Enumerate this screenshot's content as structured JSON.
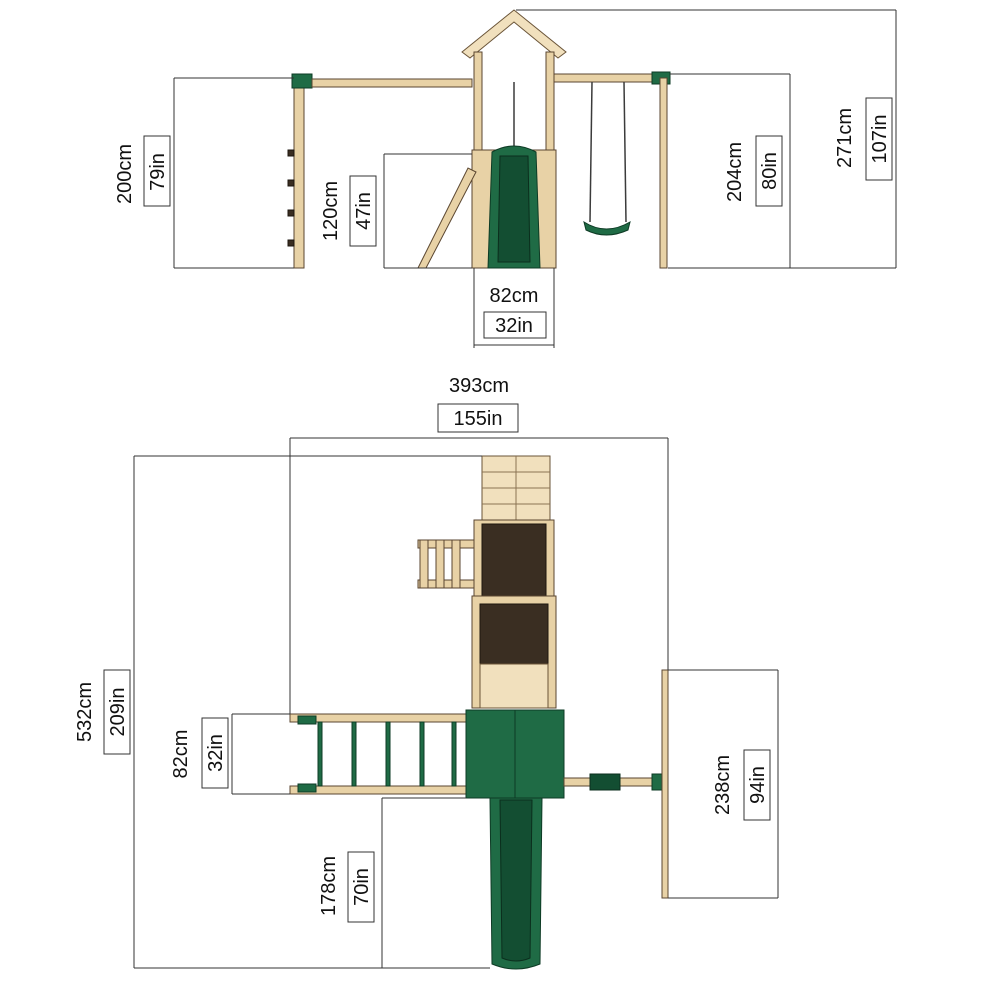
{
  "palette": {
    "wood": "#e8d2a6",
    "green": "#1f6b45",
    "line": "#333333"
  },
  "side_view": {
    "dims": {
      "left_frame_height": {
        "cm": "200cm",
        "in": "79in"
      },
      "deck_height": {
        "cm": "120cm",
        "in": "47in"
      },
      "deck_width": {
        "cm": "82cm",
        "in": "32in"
      },
      "swing_frame_height": {
        "cm": "204cm",
        "in": "80in"
      },
      "total_height": {
        "cm": "271cm",
        "in": "107in"
      }
    }
  },
  "top_view": {
    "dims": {
      "total_width": {
        "cm": "393cm",
        "in": "155in"
      },
      "total_length": {
        "cm": "532cm",
        "in": "209in"
      },
      "ladder_width": {
        "cm": "82cm",
        "in": "32in"
      },
      "slide_length": {
        "cm": "178cm",
        "in": "70in"
      },
      "swing_width": {
        "cm": "238cm",
        "in": "94in"
      }
    }
  }
}
